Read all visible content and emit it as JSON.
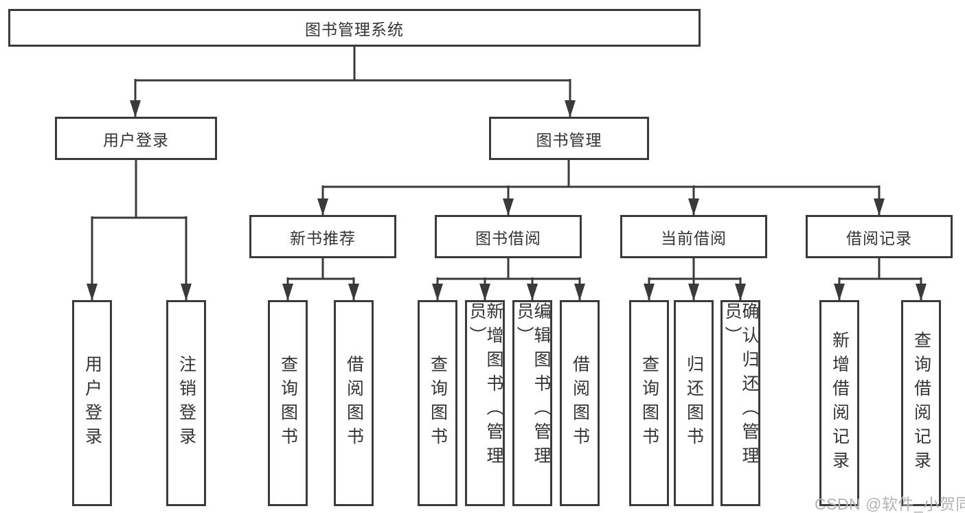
{
  "palette": {
    "line": "#3a3a3a",
    "text": "#333333",
    "box_bg": "#ffffff",
    "page_bg": "#ffffff",
    "watermark": "#b3b3b3"
  },
  "watermark": {
    "text": "CSDN @软件_小贺同学"
  },
  "tree": {
    "label": "图书管理系统",
    "children": [
      {
        "label": "用户登录",
        "children": [
          {
            "label": "用户登录"
          },
          {
            "label": "注销登录"
          }
        ]
      },
      {
        "label": "图书管理",
        "children": [
          {
            "label": "新书推荐",
            "children": [
              {
                "label": "查询图书"
              },
              {
                "label": "借阅图书"
              }
            ]
          },
          {
            "label": "图书借阅",
            "children": [
              {
                "label": "查询图书"
              },
              {
                "label": "新增图书（管理员）"
              },
              {
                "label": "编辑图书（管理员）"
              },
              {
                "label": "借阅图书"
              }
            ]
          },
          {
            "label": "当前借阅",
            "children": [
              {
                "label": "查询图书"
              },
              {
                "label": "归还图书"
              },
              {
                "label": "确认归还（管理员）"
              }
            ]
          },
          {
            "label": "借阅记录",
            "children": [
              {
                "label": "新增借阅记录"
              },
              {
                "label": "查询借阅记录"
              }
            ]
          }
        ]
      }
    ]
  }
}
